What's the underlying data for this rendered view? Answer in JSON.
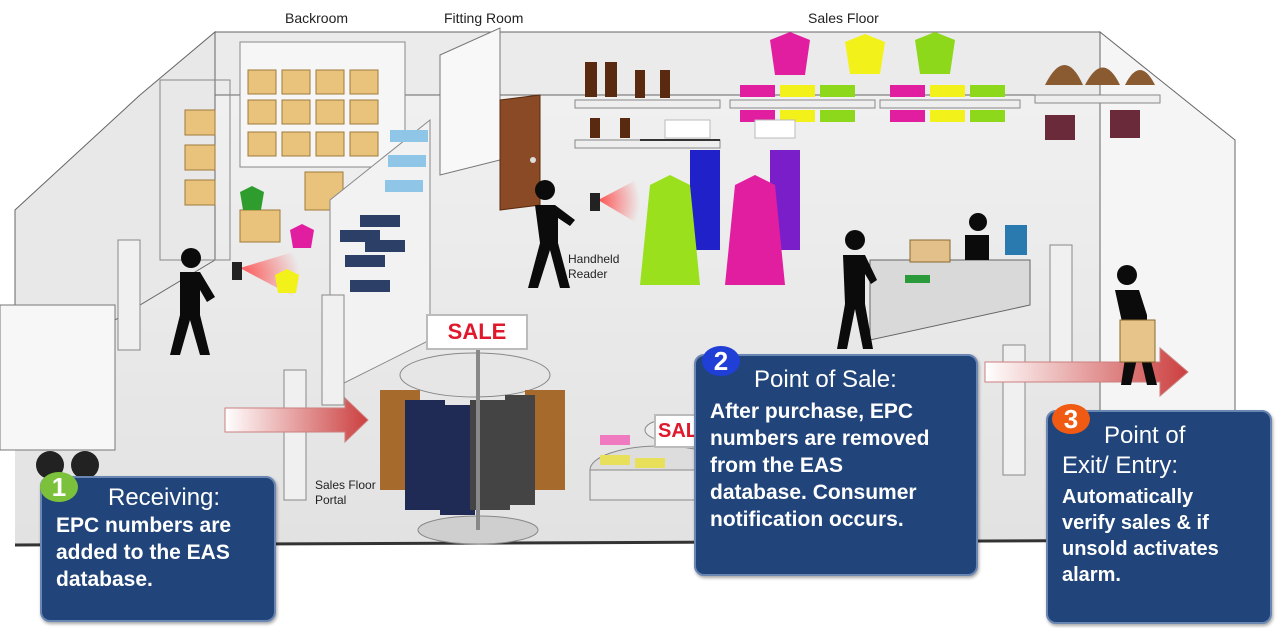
{
  "zones": {
    "backroom": "Backroom",
    "fitting_room": "Fitting Room",
    "sales_floor": "Sales Floor"
  },
  "labels": {
    "handheld_line1": "Handheld",
    "handheld_line2": "Reader",
    "portal_line1": "Sales Floor",
    "portal_line2": "Portal"
  },
  "signs": {
    "sale_main": "SALE",
    "sale_partial": "SAL"
  },
  "callouts": [
    {
      "number": "1",
      "title": "Receiving:",
      "body_lines": [
        "EPC numbers are",
        "added to the EAS",
        "database."
      ],
      "badge_color": "#7cc13b"
    },
    {
      "number": "2",
      "title": "Point of Sale:",
      "body_lines": [
        "After purchase, EPC",
        "numbers are removed",
        "from the EAS",
        "database. Consumer",
        "notification occurs."
      ],
      "badge_color": "#1f3fd6"
    },
    {
      "number": "3",
      "title_lines": [
        "Point of",
        "Exit/ Entry:"
      ],
      "body_lines": [
        "Automatically",
        "verify sales & if",
        "unsold activates",
        "alarm."
      ],
      "badge_color": "#f05a12"
    }
  ]
}
